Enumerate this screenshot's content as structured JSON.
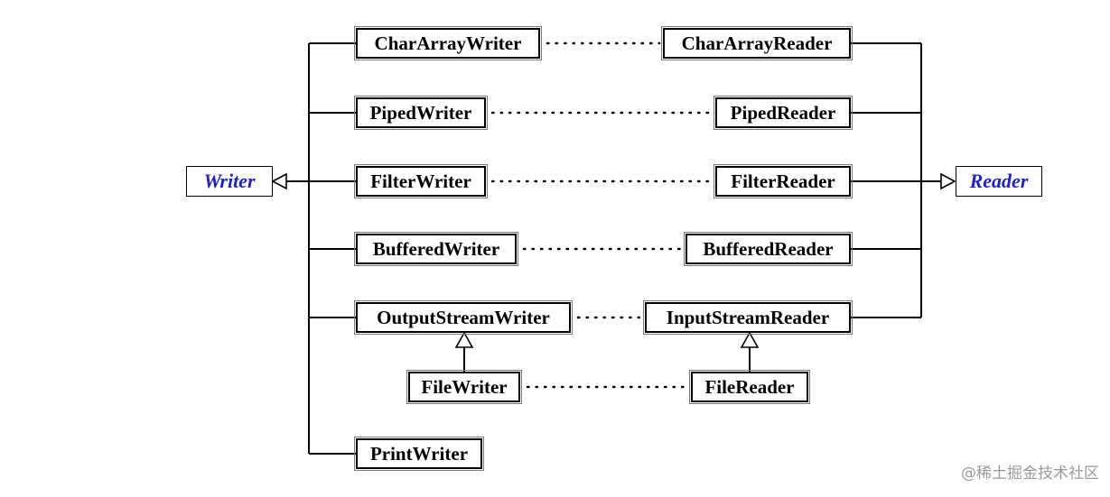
{
  "base_classes": {
    "writer": "Writer",
    "reader": "Reader"
  },
  "writers": {
    "char_array": "CharArrayWriter",
    "piped": "PipedWriter",
    "filter": "FilterWriter",
    "buffered": "BufferedWriter",
    "output_stream": "OutputStreamWriter",
    "file": "FileWriter",
    "print": "PrintWriter"
  },
  "readers": {
    "char_array": "CharArrayReader",
    "piped": "PipedReader",
    "filter": "FilterReader",
    "buffered": "BufferedReader",
    "input_stream": "InputStreamReader",
    "file": "FileReader"
  },
  "watermark": "@稀土掘金技术社区",
  "colors": {
    "abstract_text": "#1f1fd6",
    "line": "#000000"
  }
}
